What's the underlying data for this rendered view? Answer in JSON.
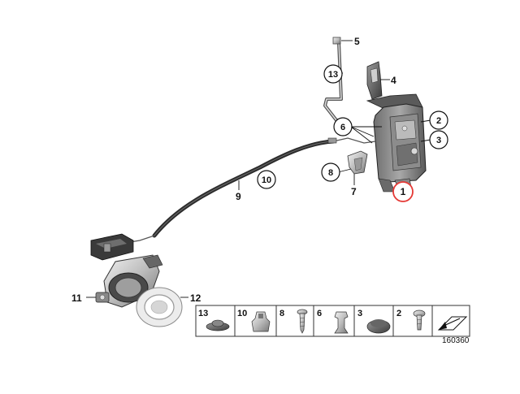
{
  "diagram": {
    "reference_code": "160360",
    "highlight_color": "#e53935",
    "callouts": {
      "c1": "1",
      "c2": "2",
      "c3": "3",
      "c4": "4",
      "c5": "5",
      "c6": "6",
      "c7": "7",
      "c8": "8",
      "c9": "9",
      "c10": "10",
      "c11": "11",
      "c12": "12",
      "c13": "13"
    },
    "legend": {
      "items": [
        "13",
        "10",
        "8",
        "6",
        "3",
        "2"
      ]
    }
  }
}
